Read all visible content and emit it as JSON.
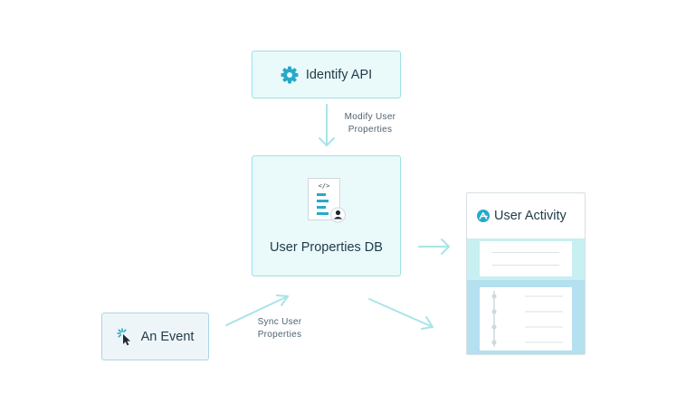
{
  "nodes": {
    "identify_api": {
      "label": "Identify API",
      "icon": "gear-icon"
    },
    "user_properties_db": {
      "label": "User Properties DB",
      "icon": "document-user-icon",
      "doc_tag": "</>"
    },
    "an_event": {
      "label": "An Event",
      "icon": "click-cursor-icon"
    },
    "user_activity": {
      "label": "User Activity",
      "icon": "app-logo-icon"
    }
  },
  "edges": {
    "modify": {
      "from": "Identify API",
      "to": "User Properties DB",
      "label_line1": "Modify User",
      "label_line2": "Properties"
    },
    "sync": {
      "from": "An Event",
      "to": "User Properties DB",
      "label_line1": "Sync User",
      "label_line2": "Properties"
    },
    "to_activity_top": {
      "from": "User Properties DB",
      "to": "User Activity",
      "label_line1": "",
      "label_line2": ""
    },
    "to_activity_bottom": {
      "from": "User Properties DB",
      "to": "User Activity",
      "label_line1": "",
      "label_line2": ""
    }
  },
  "colors": {
    "node_fill": "#eafafa",
    "node_border": "#9fe0e4",
    "arrow": "#a8e4e8",
    "accent": "#27a9c9",
    "activity_band_top": "#c8eff2",
    "activity_band_bottom": "#b4e0f0"
  }
}
